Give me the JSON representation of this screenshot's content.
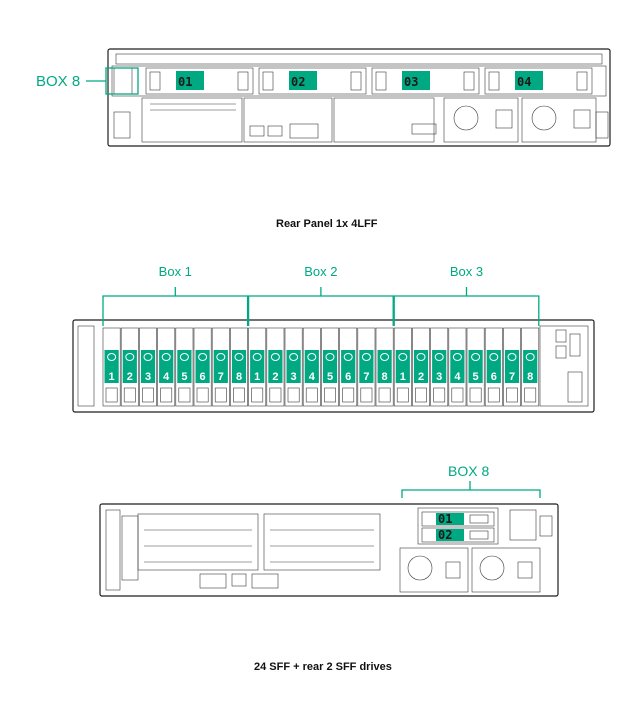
{
  "figure1": {
    "callout": "BOX 8",
    "drives": [
      "01",
      "02",
      "03",
      "04"
    ],
    "caption": "Rear Panel 1x 4LFF"
  },
  "figure2": {
    "boxes": [
      {
        "label": "Box 1",
        "bays": [
          "1",
          "2",
          "3",
          "4",
          "5",
          "6",
          "7",
          "8"
        ]
      },
      {
        "label": "Box 2",
        "bays": [
          "1",
          "2",
          "3",
          "4",
          "5",
          "6",
          "7",
          "8"
        ]
      },
      {
        "label": "Box 3",
        "bays": [
          "1",
          "2",
          "3",
          "4",
          "5",
          "6",
          "7",
          "8"
        ]
      }
    ]
  },
  "figure3": {
    "callout": "BOX 8",
    "drives": [
      "01",
      "02"
    ],
    "caption": "24 SFF + rear 2 SFF drives"
  },
  "colors": {
    "accent": "#01a982"
  }
}
